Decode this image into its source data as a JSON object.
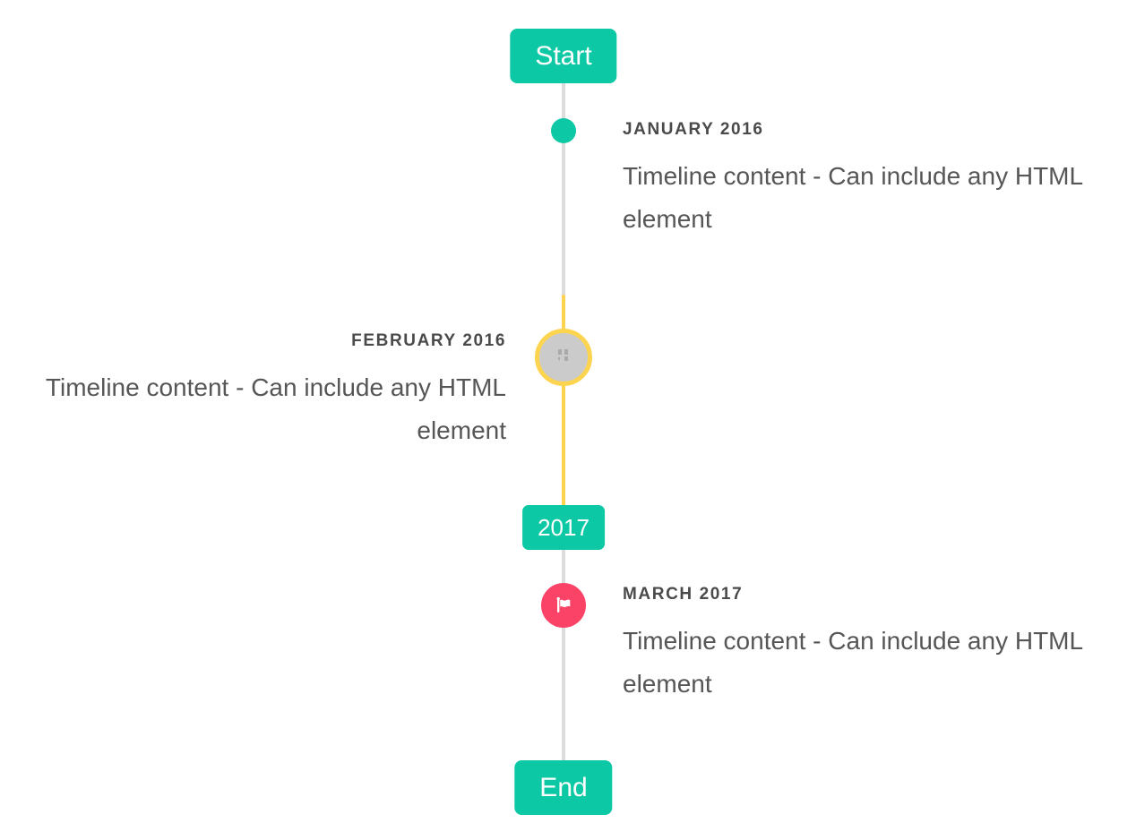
{
  "timeline": {
    "start_label": "Start",
    "end_label": "End",
    "year_badge_label": "2017",
    "items": [
      {
        "title": "JANUARY 2016",
        "content": "Timeline content - Can include any HTML element",
        "side": "right",
        "marker": "teal-dot"
      },
      {
        "title": "FEBRUARY 2016",
        "content": "Timeline content - Can include any HTML element",
        "side": "left",
        "marker": "gray-circle-yellow-ring-broken-image"
      },
      {
        "title": "MARCH 2017",
        "content": "Timeline content - Can include any HTML element",
        "side": "right",
        "marker": "red-flag"
      }
    ],
    "colors": {
      "accent_teal": "#0cc8a4",
      "accent_yellow": "#fdd450",
      "line_gray": "#dcdcdc",
      "marker_gray_fill": "#cbcbcb",
      "marker_red": "#fa4367",
      "title_text": "#4a4a4a",
      "body_text": "#565656"
    }
  }
}
